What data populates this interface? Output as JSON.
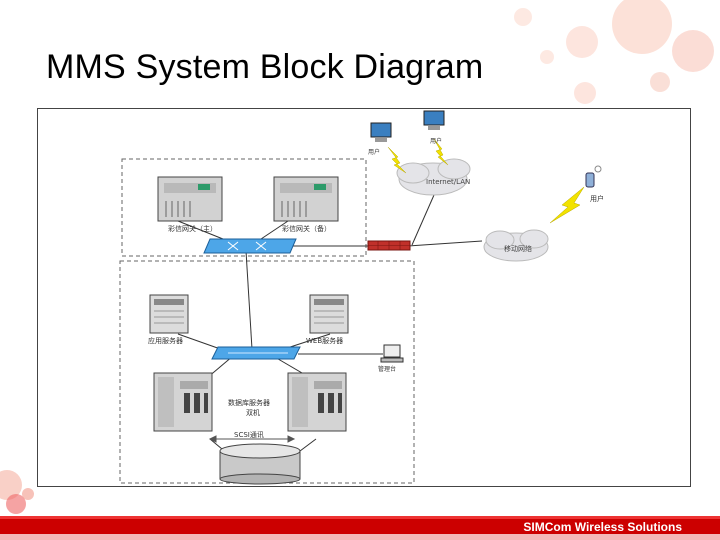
{
  "slide": {
    "title": "MMS System Block Diagram"
  },
  "footer": {
    "brand": "SIMCom Wireless Solutions"
  },
  "diagram": {
    "labels": {
      "internet": "Internet/LAN",
      "mobile_network": "移动网络",
      "user": "用户",
      "user_a": "用户",
      "user_b": "用户",
      "gateway_primary": "彩信网关（主）",
      "gateway_backup": "彩信网关（备）",
      "app_server": "应用服务器",
      "web_server": "WEB服务器",
      "workstation": "管理台",
      "db_server": "数据库服务器",
      "db_server_sub": "双机",
      "storage_link": "SCSI通讯"
    }
  }
}
